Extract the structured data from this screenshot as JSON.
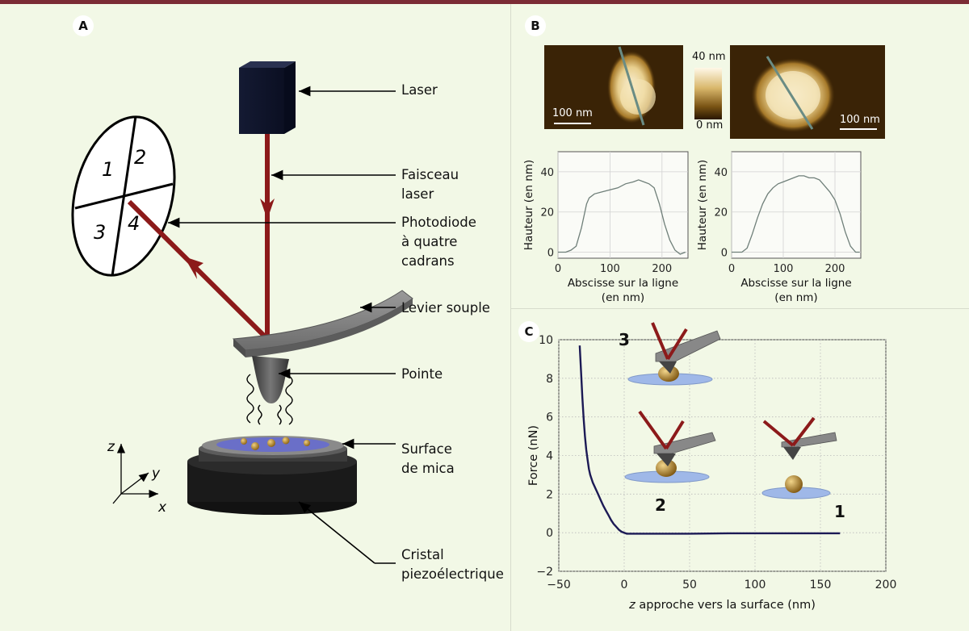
{
  "panels": {
    "a": "A",
    "b": "B",
    "c": "C"
  },
  "panel_a": {
    "labels": {
      "laser": "Laser",
      "beam_l1": "Faisceau",
      "beam_l2": "laser",
      "pd_l1": "Photodiode",
      "pd_l2": "à quatre",
      "pd_l3": "cadrans",
      "lever": "Levier souple",
      "tip": "Pointe",
      "surf_l1": "Surface",
      "surf_l2": "de mica",
      "piezo_l1": "Cristal",
      "piezo_l2": "piezoélectrique"
    },
    "quadrants": [
      "1",
      "2",
      "3",
      "4"
    ],
    "axes": {
      "x": "x",
      "y": "y",
      "z": "z"
    }
  },
  "panel_b": {
    "images": {
      "scale_left": "100 nm",
      "scale_right": "100 nm",
      "colorbar_top": "40 nm",
      "colorbar_bottom": "0 nm"
    },
    "profiles": {
      "ylabel": "Hauteur (en nm)",
      "xlabel_1": "Abscisse sur la ligne",
      "xlabel_2": "(en nm)",
      "xticks": [
        "0",
        "100",
        "200"
      ],
      "yticks": [
        "0",
        "20",
        "40"
      ]
    }
  },
  "chart_data": [
    {
      "type": "line",
      "title": "",
      "xlabel": "Abscisse sur la ligne (en nm)",
      "ylabel": "Hauteur (en nm)",
      "xlim": [
        0,
        250
      ],
      "ylim": [
        -3,
        50
      ],
      "x": [
        0,
        15,
        25,
        35,
        45,
        55,
        60,
        70,
        85,
        100,
        115,
        130,
        145,
        155,
        165,
        175,
        185,
        195,
        205,
        215,
        225,
        235,
        245
      ],
      "y": [
        0,
        0,
        1,
        3,
        12,
        24,
        27,
        29,
        30,
        31,
        32,
        34,
        35,
        36,
        35,
        34,
        32,
        24,
        14,
        6,
        1,
        -1,
        0
      ]
    },
    {
      "type": "line",
      "title": "",
      "xlabel": "Abscisse sur la ligne (en nm)",
      "ylabel": "Hauteur (en nm)",
      "xlim": [
        0,
        250
      ],
      "ylim": [
        -3,
        50
      ],
      "x": [
        0,
        10,
        20,
        30,
        40,
        50,
        60,
        70,
        80,
        90,
        100,
        110,
        120,
        130,
        140,
        150,
        160,
        170,
        180,
        190,
        200,
        210,
        220,
        230,
        240,
        248
      ],
      "y": [
        0,
        0,
        0,
        2,
        9,
        17,
        24,
        29,
        32,
        34,
        35,
        36,
        37,
        38,
        38,
        37,
        37,
        36,
        33,
        30,
        26,
        19,
        10,
        3,
        0,
        0
      ]
    },
    {
      "type": "line",
      "title": "",
      "xlabel": "z approche vers la surface (nm)",
      "ylabel": "Force (nN)",
      "xlim": [
        -50,
        200
      ],
      "ylim": [
        -2,
        10
      ],
      "xticks": [
        "−50",
        "0",
        "50",
        "100",
        "150",
        "200"
      ],
      "yticks": [
        "−2",
        "0",
        "2",
        "4",
        "6",
        "8",
        "10"
      ],
      "x": [
        -34,
        -33,
        -32,
        -31,
        -30,
        -29,
        -28,
        -27,
        -26,
        -25,
        -24,
        -22,
        -20,
        -18,
        -16,
        -14,
        -12,
        -10,
        -8,
        -6,
        -4,
        -2,
        0,
        2,
        5,
        20,
        50,
        80,
        110,
        140,
        165
      ],
      "y": [
        9.7,
        8.4,
        7.0,
        5.9,
        5.0,
        4.3,
        3.8,
        3.3,
        3.0,
        2.8,
        2.6,
        2.3,
        2.0,
        1.7,
        1.4,
        1.15,
        0.9,
        0.65,
        0.45,
        0.3,
        0.15,
        0.05,
        0.0,
        -0.05,
        -0.05,
        -0.05,
        -0.05,
        -0.03,
        -0.03,
        -0.03,
        -0.03
      ]
    }
  ],
  "panel_c": {
    "xlabel_italic": "z",
    "xlabel_rest": " approche vers la surface (nm)",
    "ylabel": "Force (nN)",
    "steps": [
      "1",
      "2",
      "3"
    ],
    "colors": {
      "curve": "#1c1a55",
      "beam": "#8c1a1a"
    }
  }
}
